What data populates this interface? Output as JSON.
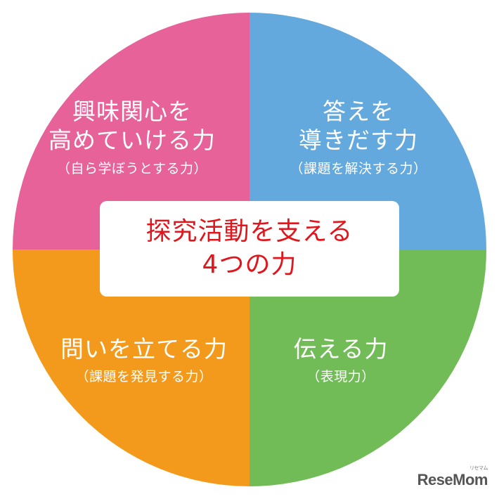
{
  "colors": {
    "top_left": "#e8629a",
    "top_right": "#63a9dd",
    "bottom_left": "#f39a1c",
    "bottom_right": "#72bc58",
    "center_text": "#e0161c",
    "logo": "#555555"
  },
  "quadrants": {
    "top_left": {
      "title_line1": "興味関心を",
      "title_line2": "高めていける力",
      "subtitle": "（自ら学ぼうとする力）"
    },
    "top_right": {
      "title_line1": "答えを",
      "title_line2": "導きだす力",
      "subtitle": "（課題を解決する力）"
    },
    "bottom_left": {
      "title_line1": "問いを立てる力",
      "subtitle": "（課題を発見する力）"
    },
    "bottom_right": {
      "title_line1": "伝える力",
      "subtitle": "（表現力）"
    }
  },
  "center": {
    "line1": "探究活動を支える",
    "line2": "4つの力"
  },
  "logo": {
    "text": "ReseMom",
    "kana": "リセマム"
  }
}
